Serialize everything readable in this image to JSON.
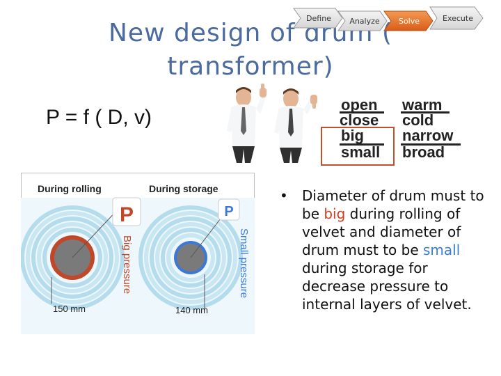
{
  "title": {
    "line1": "New design of drum (",
    "line2": "transformer)"
  },
  "steps": [
    {
      "label": "Define",
      "active": false
    },
    {
      "label": "Analyze",
      "active": false
    },
    {
      "label": "Solve",
      "active": true
    },
    {
      "label": "Execute",
      "active": false
    }
  ],
  "formula": "P = f ( D, v)",
  "words": {
    "open": "open",
    "close": "close",
    "big": "big",
    "small": "small",
    "warm": "warm",
    "cold": "cold",
    "narrow": "narrow",
    "broad": "broad"
  },
  "diagram": {
    "during_rolling": "During rolling",
    "during_storage": "During storage",
    "p_big": "P",
    "p_small": "P",
    "big_pressure": "Big pressure",
    "small_pressure": "Small pressure",
    "diam_left": "150 mm",
    "diam_right": "140 mm"
  },
  "bullet": {
    "marker": "•",
    "t1": "Diameter of drum must to be ",
    "big": "big",
    "t2": " during rolling of velvet and diameter of drum must to be ",
    "small": "small",
    "t3": " during storage for decrease pressure to internal layers of velvet."
  },
  "colors": {
    "title": "#4a6aa0",
    "solve": "#e8722a",
    "accent_red": "#d04020",
    "accent_blue": "#3b7ed8"
  }
}
